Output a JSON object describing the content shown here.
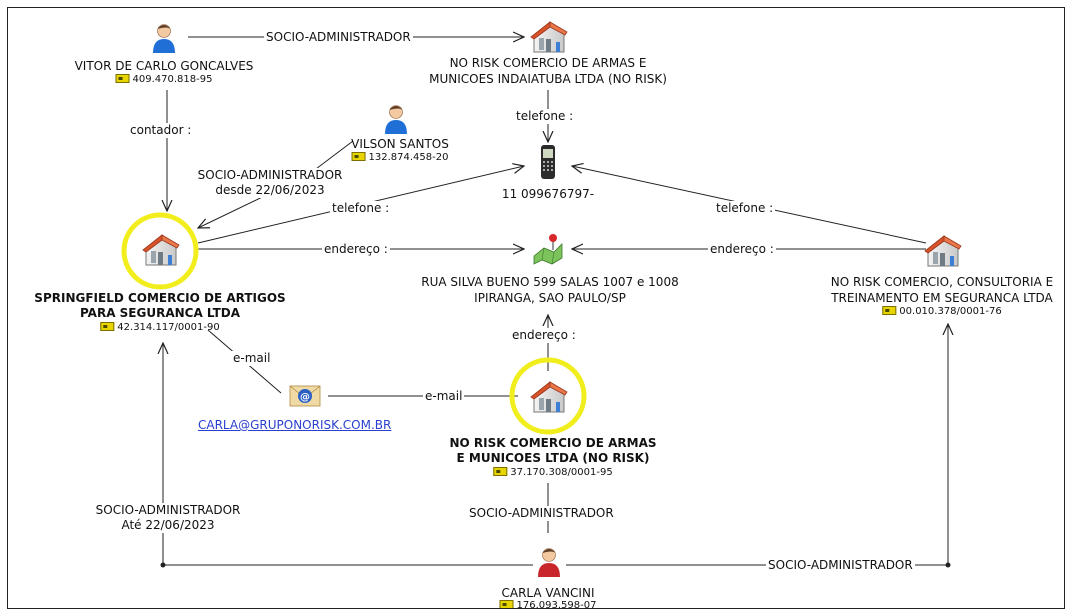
{
  "people": {
    "vitor": {
      "name": "VITOR DE CARLO GONCALVES",
      "doc": "409.470.818-95"
    },
    "vilson": {
      "name": "VILSON SANTOS",
      "doc": "132.874.458-20"
    },
    "carla": {
      "name": "CARLA VANCINI",
      "doc": "176.093.598-07"
    }
  },
  "companies": {
    "indaiatuba": {
      "name_line1": "NO RISK COMERCIO DE ARMAS E",
      "name_line2": "MUNICOES INDAIATUBA LTDA (NO RISK)"
    },
    "springfield": {
      "name_line1": "SPRINGFIELD COMERCIO DE ARTIGOS",
      "name_line2": "PARA SEGURANCA LTDA",
      "doc": "42.314.117/0001-90"
    },
    "consultoria": {
      "name_line1": "NO RISK COMERCIO, CONSULTORIA E",
      "name_line2": "TREINAMENTO EM SEGURANCA LTDA",
      "doc": "00.010.378/0001-76"
    },
    "armas": {
      "name_line1": "NO RISK COMERCIO DE ARMAS",
      "name_line2": "E MUNICOES LTDA (NO RISK)",
      "doc": "37.170.308/0001-95"
    }
  },
  "phone": {
    "number": "11 099676797-"
  },
  "address": {
    "line1": "RUA SILVA BUENO 599 SALAS 1007 e 1008",
    "line2": "IPIRANGA, SAO PAULO/SP"
  },
  "email": {
    "address": "CARLA@GRUPONORISK.COM.BR"
  },
  "edges": {
    "vitor_to_indaiatuba": "SOCIO-ADMINISTRADOR",
    "vitor_contador": "contador :",
    "vilson_socio_line1": "SOCIO-ADMINISTRADOR",
    "vilson_socio_line2": "desde 22/06/2023",
    "indaiatuba_telefone": "telefone :",
    "springfield_telefone": "telefone :",
    "consultoria_telefone": "telefone :",
    "springfield_endereco": "endereço :",
    "consultoria_endereco": "endereço :",
    "armas_endereco": "endereço :",
    "springfield_email": "e-mail",
    "armas_email": "e-mail",
    "carla_springfield_line1": "SOCIO-ADMINISTRADOR",
    "carla_springfield_line2": "Até 22/06/2023",
    "carla_armas": "SOCIO-ADMINISTRADOR",
    "carla_consultoria": "SOCIO-ADMINISTRADOR"
  },
  "colors": {
    "highlight_ring": "#f2ee1d",
    "person_blue": "#1f6fd6",
    "person_red": "#c9262c",
    "building_roof": "#d9532b",
    "link": "#2a3fcf"
  }
}
